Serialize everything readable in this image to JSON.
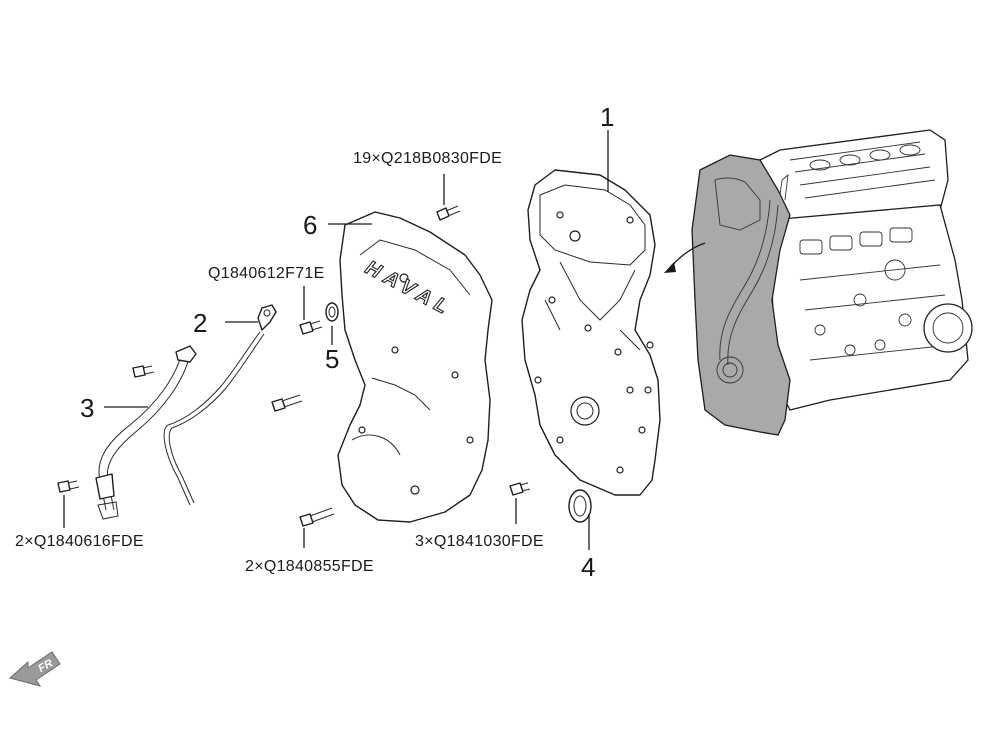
{
  "callouts": {
    "c1": "1",
    "c2": "2",
    "c3": "3",
    "c4": "4",
    "c5": "5",
    "c6": "6"
  },
  "fasteners": {
    "f_top": "19×Q218B0830FDE",
    "f_left_upper": "Q1840612F71E",
    "f_left_lower": "2×Q1840616FDE",
    "f_bottom_mid": "2×Q1840855FDE",
    "f_bottom_right": "3×Q1841030FDE"
  },
  "cover_logo": "HAVAL",
  "orientation_label": "FR",
  "colors": {
    "highlight_fill": "#a9a9a9",
    "orientation_arrow": "#9a9a9a",
    "line": "#1a1a1a"
  }
}
